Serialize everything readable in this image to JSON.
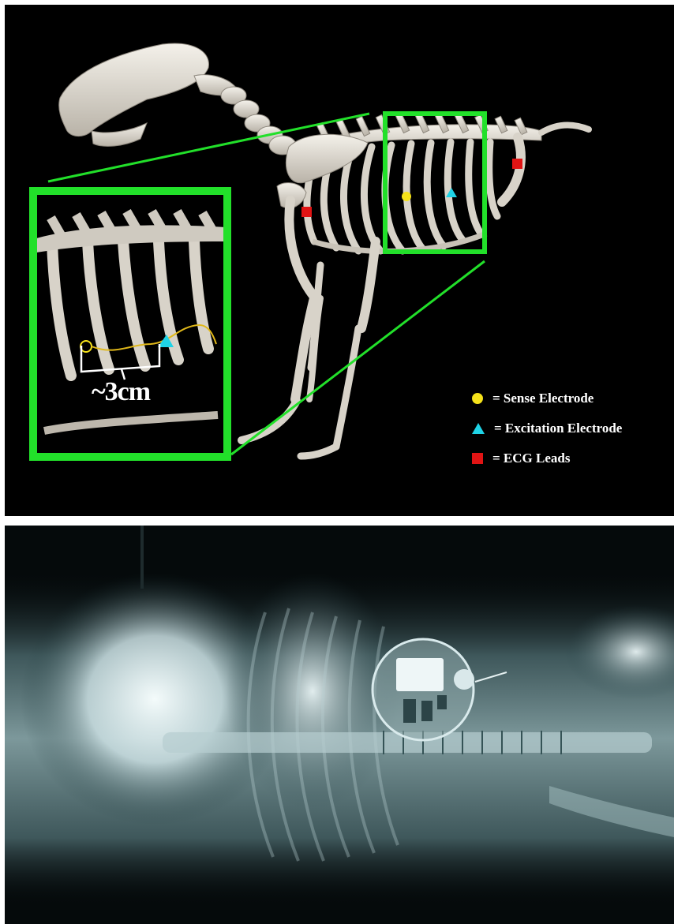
{
  "top_panel": {
    "scale_label": "~3cm",
    "legend": [
      {
        "symbol": "circle",
        "color": "#f5e21a",
        "label": "= Sense Electrode"
      },
      {
        "symbol": "triangle",
        "color": "#1fd3e6",
        "label": "= Excitation Electrode"
      },
      {
        "symbol": "square",
        "color": "#e01414",
        "label": "= ECG Leads"
      }
    ],
    "highlight_color": "#22e02a",
    "markers": {
      "sense_color": "#f5e21a",
      "excitation_color": "#1fd3e6",
      "ecg_color": "#e01414"
    }
  },
  "bottom_panel": {}
}
